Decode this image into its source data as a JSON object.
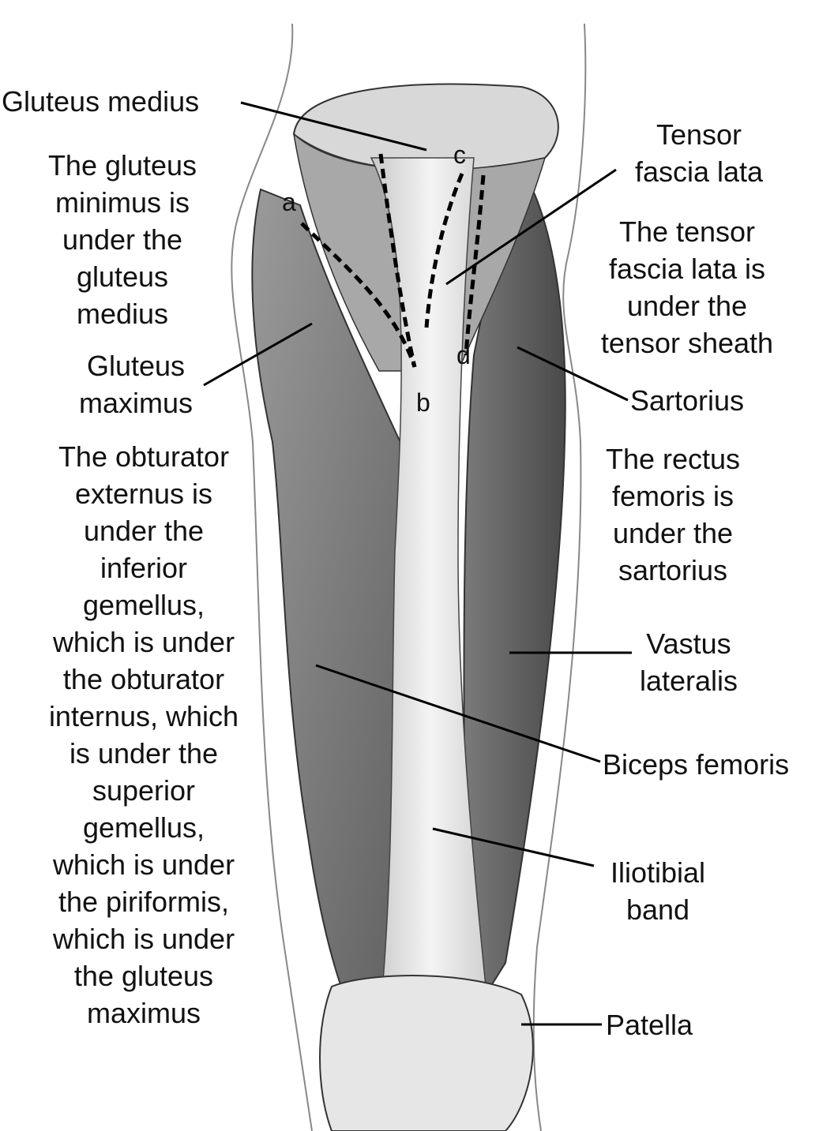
{
  "labels": {
    "gluteus_medius": "Gluteus medius",
    "gluteus_minimus_note": [
      "The gluteus",
      "minimus is",
      "under the",
      "gluteus",
      "medius"
    ],
    "gluteus_maximus": [
      "Gluteus",
      "maximus"
    ],
    "obturator_note": [
      "The obturator",
      "externus is",
      "under the",
      "inferior",
      "gemellus,",
      "which is under",
      "the obturator",
      "internus, which",
      "is under the",
      "superior",
      "gemellus,",
      "which is under",
      "the piriformis,",
      "which is under",
      "the gluteus",
      "maximus"
    ],
    "tensor_fascia_lata": [
      "Tensor",
      "fascia lata"
    ],
    "tensor_note": [
      "The tensor",
      "fascia lata is",
      "under the",
      "tensor sheath"
    ],
    "sartorius": "Sartorius",
    "rectus_note": [
      "The rectus",
      "femoris is",
      "under the",
      "sartorius"
    ],
    "vastus_lateralis": [
      "Vastus",
      "lateralis"
    ],
    "biceps_femoris": "Biceps femoris",
    "iliotibial_band": [
      "Iliotibial",
      "band"
    ],
    "patella": "Patella"
  },
  "markers": {
    "a": "a",
    "b": "b",
    "c": "c",
    "d": "d"
  }
}
